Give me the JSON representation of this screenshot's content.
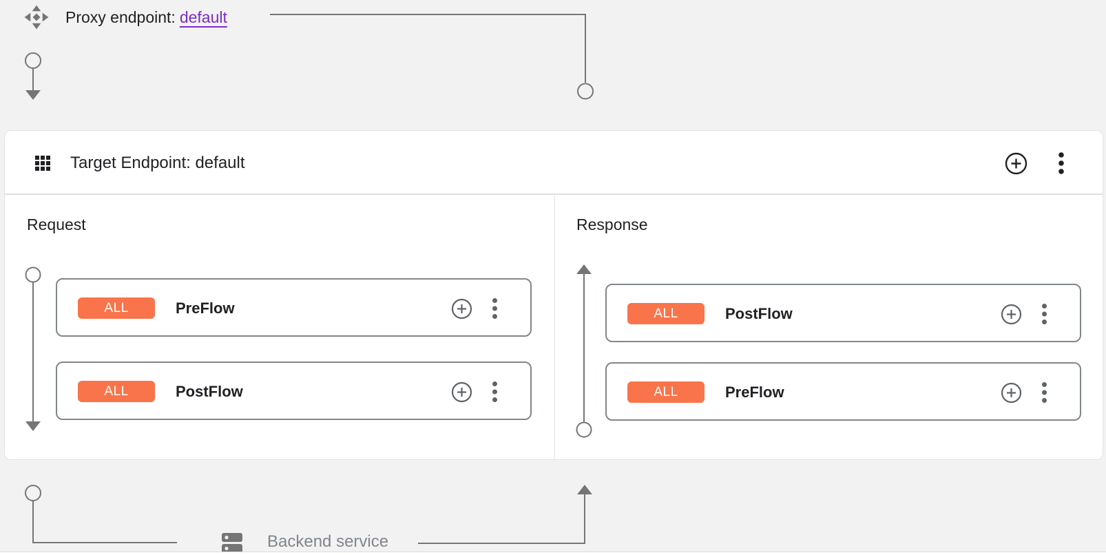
{
  "colors": {
    "badge_orange": "#F9744A",
    "link_purple": "#7C2BC8",
    "connector_gray": "#757575",
    "card_border_gray": "#80868b",
    "text_dark": "#202124",
    "text_gray": "#80868b",
    "page_background": "#f2f2f2"
  },
  "proxy_endpoint": {
    "icon": "proxy-endpoint-icon",
    "label": "Proxy endpoint:",
    "link_text": "default"
  },
  "target_endpoint": {
    "title": "Target Endpoint: default",
    "header_icons": [
      "grid-icon",
      "add-circle-icon",
      "more-vert-icon"
    ],
    "request": {
      "label": "Request",
      "flows": [
        {
          "badge": "ALL",
          "name": "PreFlow"
        },
        {
          "badge": "ALL",
          "name": "PostFlow"
        }
      ]
    },
    "response": {
      "label": "Response",
      "flows": [
        {
          "badge": "ALL",
          "name": "PostFlow"
        },
        {
          "badge": "ALL",
          "name": "PreFlow"
        }
      ]
    }
  },
  "backend_service": {
    "icon": "backend-service-icon",
    "label": "Backend service"
  }
}
